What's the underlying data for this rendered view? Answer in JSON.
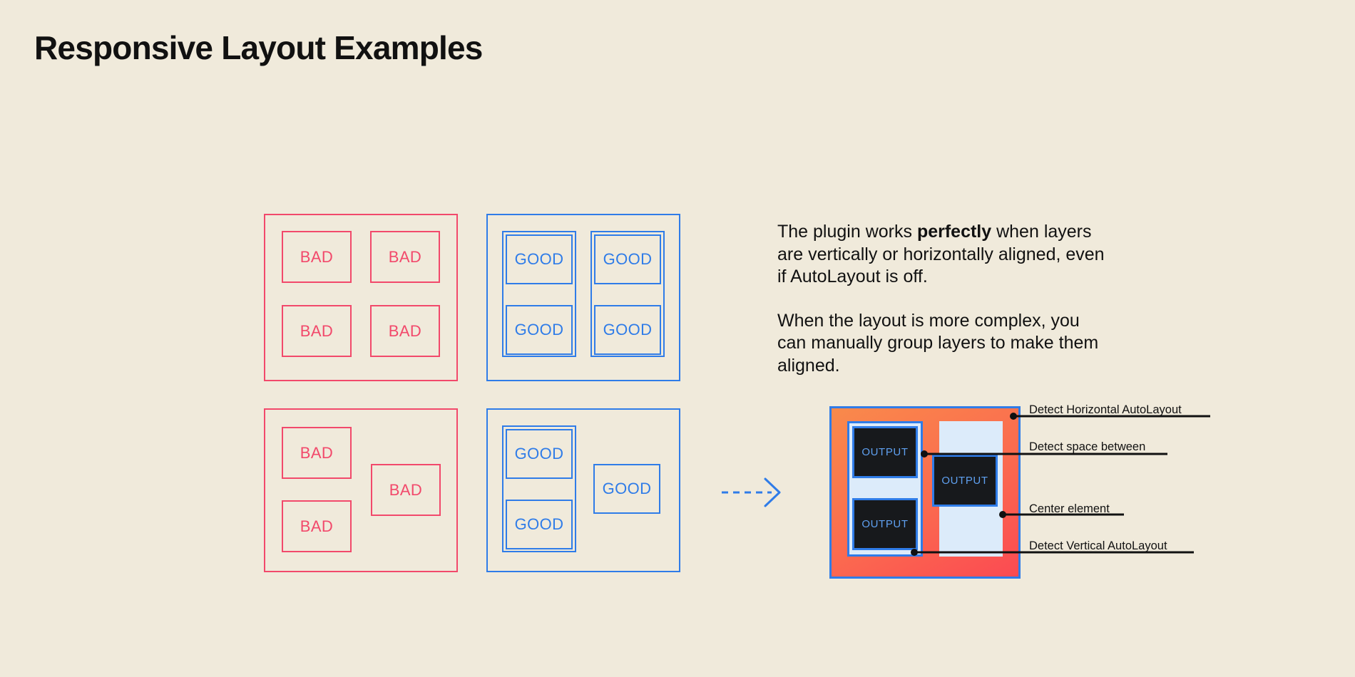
{
  "page": {
    "title": "Responsive Layout Examples",
    "background_color": "#F0EADB",
    "bad_color": "#F2496B",
    "good_color": "#2F7CE8",
    "text_color": "#111111"
  },
  "examples": {
    "bad_label": "BAD",
    "good_label": "GOOD",
    "groups": [
      {
        "id": "bad-grid",
        "kind": "bad",
        "cells": [
          "BAD",
          "BAD",
          "BAD",
          "BAD"
        ]
      },
      {
        "id": "good-grid",
        "kind": "good",
        "cells": [
          "GOOD",
          "GOOD",
          "GOOD",
          "GOOD"
        ]
      },
      {
        "id": "bad-complex",
        "kind": "bad",
        "cells": [
          "BAD",
          "BAD",
          "BAD"
        ]
      },
      {
        "id": "good-complex",
        "kind": "good",
        "cells": [
          "GOOD",
          "GOOD",
          "GOOD"
        ]
      }
    ]
  },
  "copy": {
    "paragraph1_before": "The plugin works ",
    "paragraph1_bold": "perfectly",
    "paragraph1_after": " when layers are vertically or horizontally aligned, even if AutoLayout is off.",
    "paragraph2": "When the layout is more complex, you can manually group layers to make them aligned."
  },
  "arrow": {
    "style": "dashed",
    "direction": "right",
    "color": "#2F7CE8"
  },
  "mockup": {
    "output_label": "OUTPUT",
    "outputs": [
      "OUTPUT",
      "OUTPUT",
      "OUTPUT"
    ],
    "frame_border_color": "#2F7CE8",
    "frame_fill_start": "#F98A4B",
    "frame_fill_end": "#FB4A52",
    "panel_fill": "#DCEBFA",
    "output_fill": "#17191C",
    "output_text_color": "#5FA0F0"
  },
  "callouts": [
    {
      "id": "detect-horizontal-autolayout",
      "label": "Detect Horizontal AutoLayout"
    },
    {
      "id": "detect-space-between",
      "label": "Detect space between"
    },
    {
      "id": "center-element",
      "label": "Center element"
    },
    {
      "id": "detect-vertical-autolayout",
      "label": "Detect Vertical AutoLayout"
    }
  ]
}
